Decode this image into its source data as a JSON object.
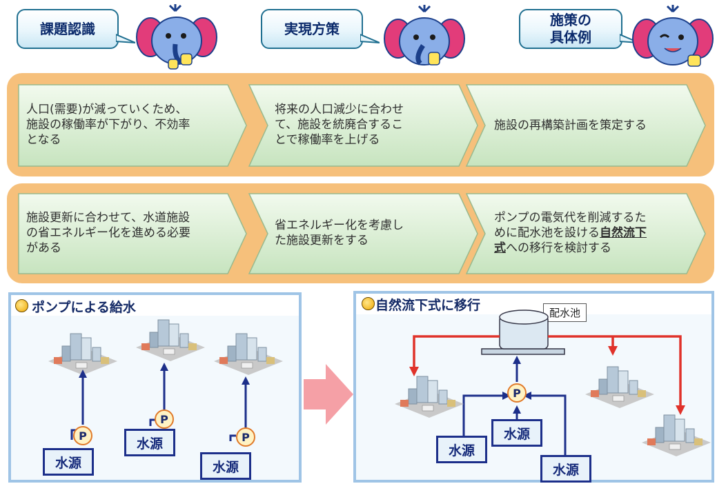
{
  "header": {
    "bubbles": [
      {
        "label": "課題認識"
      },
      {
        "label": "実現方策"
      },
      {
        "label_line1": "施策の",
        "label_line2": "具体例"
      }
    ]
  },
  "rows": [
    {
      "cells": [
        {
          "lines": [
            "人口(需要)が減っていくため、",
            "施設の稼働率が下がり、不効率",
            "となる"
          ]
        },
        {
          "lines": [
            "将来の人口減少に合わせ",
            "て、施設を統廃合するこ",
            "とで稼働率を上げる"
          ]
        },
        {
          "lines": [
            "施設の再構築計画を策定する"
          ]
        }
      ]
    },
    {
      "cells": [
        {
          "lines": [
            "施設更新に合わせて、水道施設",
            "の省エネルギー化を進める必要",
            "がある"
          ]
        },
        {
          "lines": [
            "省エネルギー化を考慮し",
            "た施設更新をする"
          ]
        },
        {
          "line1": "ポンプの電気代を削減するた",
          "line2_prefix": "めに配水池を設ける",
          "line2_link": "自然流下",
          "line3_link": "式",
          "line3_suffix": "への移行を検討する"
        }
      ]
    }
  ],
  "left_panel": {
    "title": "ポンプによる給水",
    "pump_label": "P",
    "source_label": "水源"
  },
  "right_panel": {
    "title": "自然流下式に移行",
    "tank_label": "配水池",
    "pump_label": "P",
    "source_label": "水源"
  },
  "colors": {
    "band": "#f6c07b",
    "chevron_fill": "#dcefd6",
    "bubble_border": "#1f6f90",
    "pipe_blue": "#1c2f8a",
    "pipe_red": "#e0322a",
    "transition_arrow": "#f5a0a6"
  }
}
